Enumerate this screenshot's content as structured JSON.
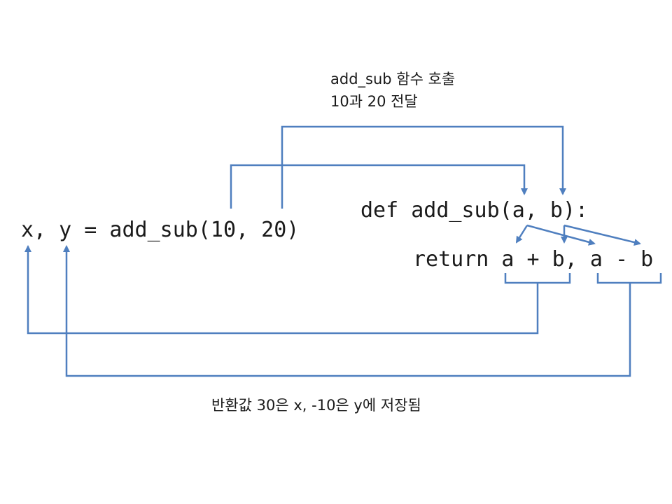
{
  "colors": {
    "connector": "#4f7fbf",
    "text": "#1a1a1a"
  },
  "code": {
    "call_line": "x, y = add_sub(10, 20)",
    "def_line": "def add_sub(a, b):",
    "return_line": "return a + b, a - b"
  },
  "annotations": {
    "call_note_line1": "add_sub 함수 호출",
    "call_note_line2": "10과 20 전달",
    "return_note": "반환값 30은 x, -10은 y에 저장됨"
  }
}
